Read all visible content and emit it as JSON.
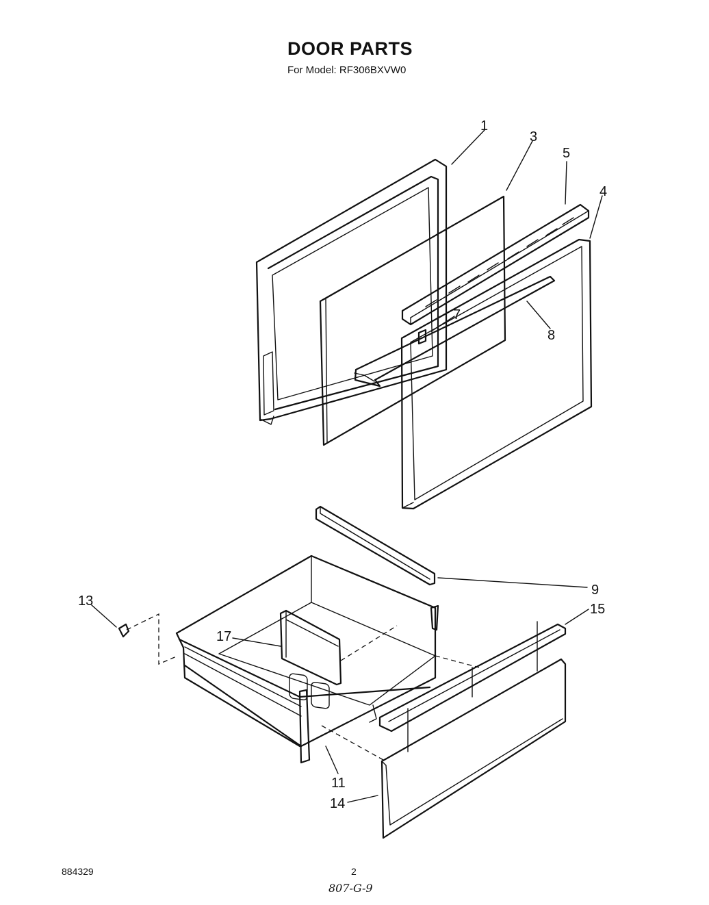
{
  "header": {
    "title": "DOOR PARTS",
    "subtitle": "For Model: RF306BXVW0"
  },
  "footer": {
    "doc_number": "884329",
    "page_number": "2",
    "handwritten": "807-G-9"
  },
  "callouts": {
    "c1": "1",
    "c3": "3",
    "c4": "4",
    "c5": "5",
    "c7": "7",
    "c8": "8",
    "c9": "9",
    "c11": "11",
    "c13": "13",
    "c14": "14",
    "c15": "15",
    "c17": "17"
  }
}
